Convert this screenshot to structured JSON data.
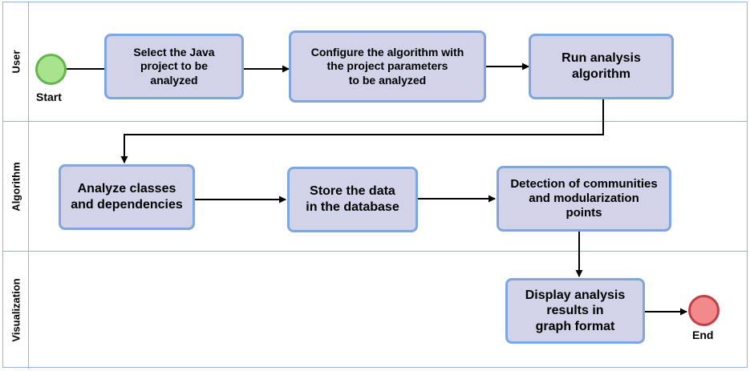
{
  "lanes": [
    {
      "id": "user",
      "label": "User"
    },
    {
      "id": "algorithm",
      "label": "Algorithm"
    },
    {
      "id": "visualization",
      "label": "Visualization"
    }
  ],
  "events": {
    "start": {
      "label": "Start"
    },
    "end": {
      "label": "End"
    }
  },
  "tasks": {
    "select_project": "Select the Java\nproject to be\nanalyzed",
    "configure_algorithm": "Configure the algorithm with\nthe project parameters\nto be analyzed",
    "run_analysis": "Run analysis\nalgorithm",
    "analyze_classes": "Analyze classes\nand dependencies",
    "store_data": "Store the data\nin the database",
    "detect_communities": "Detection of communities\nand modularization\npoints",
    "display_results": "Display analysis\nresults in\ngraph format"
  },
  "colors": {
    "lane_border": "#8fb3d9",
    "task_fill": "#d2d2e8",
    "task_border": "#7ea6df",
    "start_fill": "#a9e38d",
    "end_fill": "#f2898a"
  }
}
